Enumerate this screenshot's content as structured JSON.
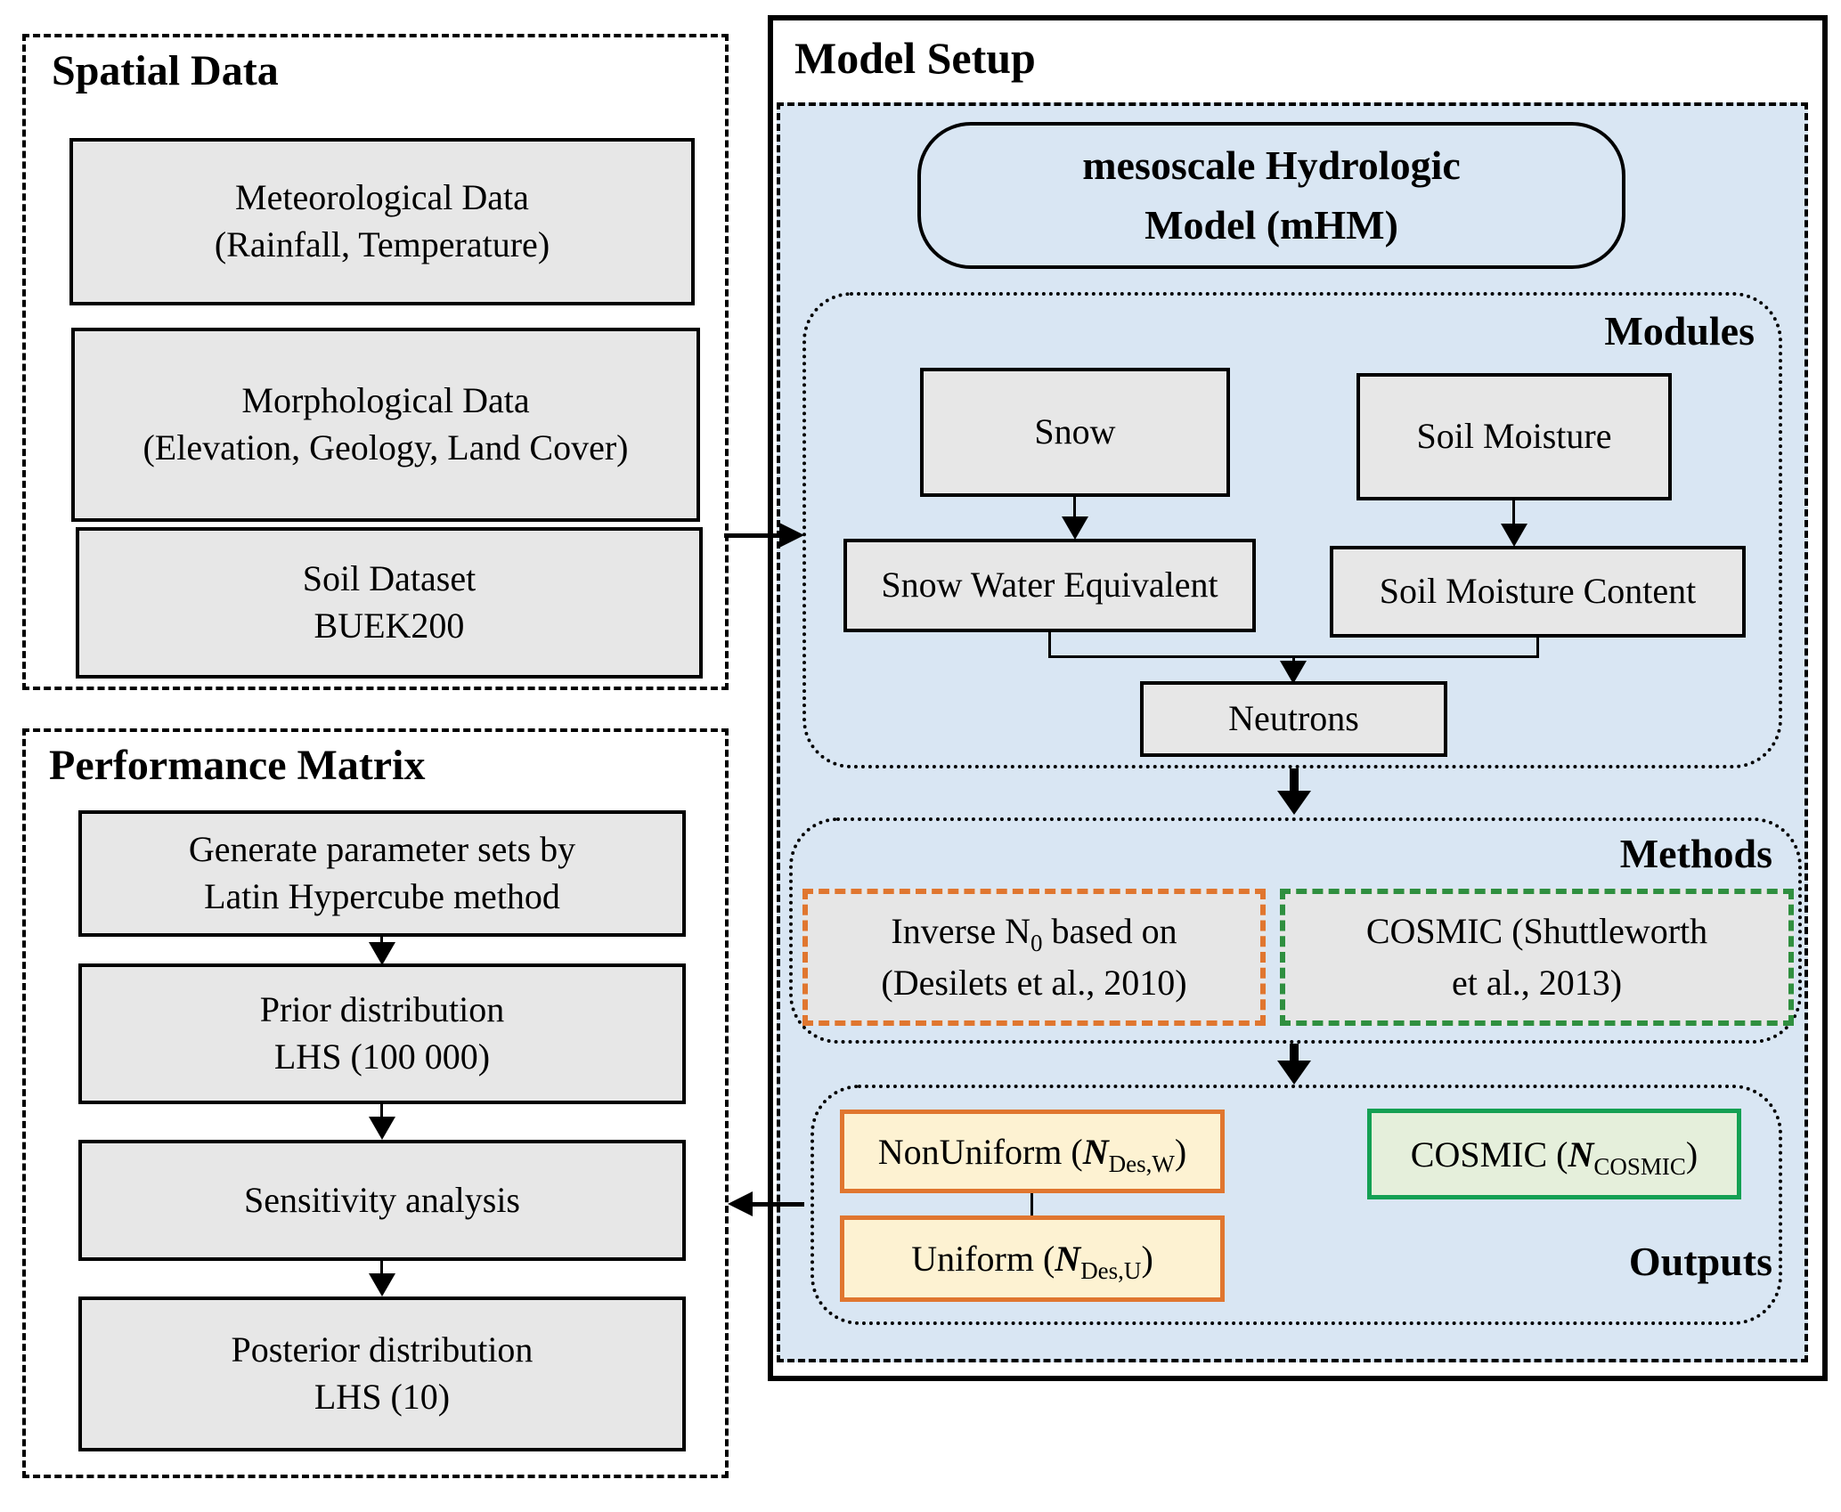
{
  "colors": {
    "background": "#ffffff",
    "node_fill": "#e7e7e7",
    "model_panel_fill": "#d9e6f3",
    "orange_border": "#e0762f",
    "orange_fill": "#fdf2d2",
    "method_green_border": "#2f8f3f",
    "output_green_border": "#14a053",
    "output_green_fill": "#e5efdb",
    "line": "#000000"
  },
  "spatial_data": {
    "title": "Spatial Data",
    "boxes": [
      {
        "line1": "Meteorological Data",
        "line2": "(Rainfall, Temperature)"
      },
      {
        "line1": "Morphological Data",
        "line2": "(Elevation, Geology, Land Cover)"
      },
      {
        "line1": "Soil Dataset",
        "line2": "BUEK200"
      }
    ]
  },
  "performance_matrix": {
    "title": "Performance Matrix",
    "boxes": [
      {
        "line1": "Generate parameter sets by",
        "line2": "Latin Hypercube method"
      },
      {
        "line1": "Prior distribution",
        "line2": "LHS (100 000)"
      },
      {
        "line1": "Sensitivity analysis",
        "line2": ""
      },
      {
        "line1": "Posterior distribution",
        "line2": "LHS (10)"
      }
    ]
  },
  "model_setup": {
    "title": "Model Setup",
    "mhm": {
      "line1": "mesoscale Hydrologic",
      "line2": "Model (mHM)"
    },
    "modules": {
      "label": "Modules",
      "snow": "Snow",
      "soil_moisture": "Soil Moisture",
      "snow_water_equivalent": "Snow Water Equivalent",
      "soil_moisture_content": "Soil Moisture Content",
      "neutrons": "Neutrons"
    },
    "methods": {
      "label": "Methods",
      "inverse": {
        "pre": "Inverse N",
        "sub": "0",
        "post": " based on",
        "line2": "(Desilets et al., 2010)"
      },
      "cosmic": {
        "line1": "COSMIC  (Shuttleworth",
        "line2": "et al., 2013)"
      }
    },
    "outputs": {
      "label": "Outputs",
      "nonuniform": {
        "pre": "NonUniform (",
        "n": "N",
        "sub": "Des,W",
        "post": ")"
      },
      "uniform": {
        "pre": "Uniform (",
        "n": "N",
        "sub": "Des,U",
        "post": ")"
      },
      "cosmic": {
        "pre": "COSMIC (",
        "n": "N",
        "sub": "COSMIC",
        "post": ")"
      }
    }
  }
}
